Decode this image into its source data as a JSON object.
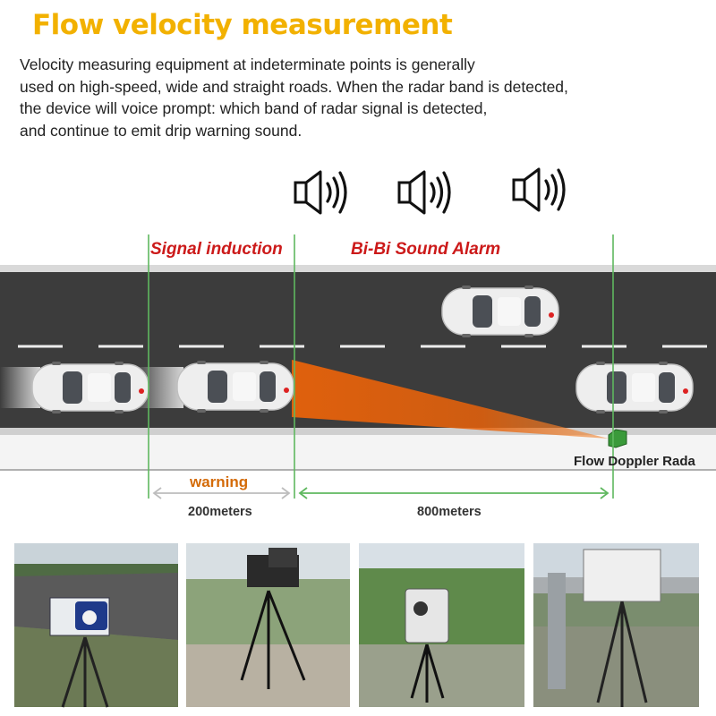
{
  "title": "Flow velocity measurement",
  "description_lines": [
    "Velocity measuring equipment at indeterminate points is generally",
    "used on high-speed, wide and straight roads. When the radar band is detected,",
    "the device will voice prompt: which band of radar signal is detected,",
    "and continue to emit drip warning sound."
  ],
  "diagram": {
    "signal_label": "Signal induction",
    "alarm_label": "Bi-Bi Sound Alarm",
    "warning_label": "warning",
    "distance_1": "200meters",
    "distance_2": "800meters",
    "radar_label": "Flow  Doppler Rada",
    "icons": [
      "speaker-icon",
      "speaker-icon",
      "speaker-icon"
    ]
  },
  "colors": {
    "title": "#f2b100",
    "red_label": "#cc1a1a",
    "warning": "#d46b08",
    "guide_lines": "#5fb85f",
    "radar_beam": "#e8620a",
    "road": "#3c3c3c"
  }
}
